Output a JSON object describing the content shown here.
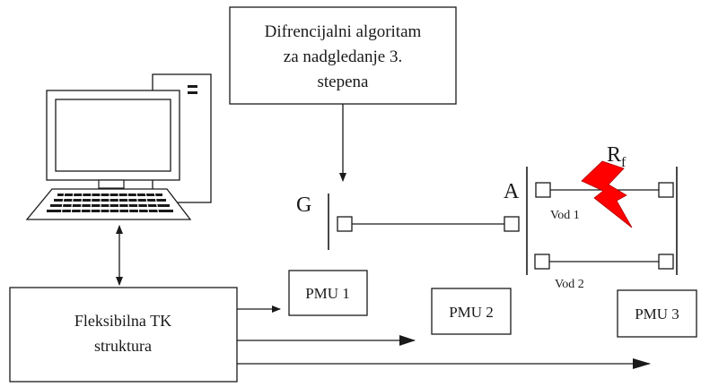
{
  "algorithm_box": {
    "lines": [
      "Difrencijalni algoritam",
      "za nadgledanje 3.",
      "stepena"
    ]
  },
  "telecom_box": {
    "lines": [
      "Fleksibilna TK",
      "struktura"
    ]
  },
  "buses": {
    "g_label": "G",
    "a_label": "A"
  },
  "fault_label": {
    "main": "R",
    "sub": "f"
  },
  "lines": {
    "vod1": "Vod 1",
    "vod2": "Vod 2"
  },
  "pmus": [
    "PMU 1",
    "PMU 2",
    "PMU 3"
  ],
  "colors": {
    "fault": "#ff0000",
    "stroke": "#1a1a1a"
  },
  "icons": {
    "computer": "desktop-computer-icon",
    "fault": "lightning-bolt-icon"
  }
}
